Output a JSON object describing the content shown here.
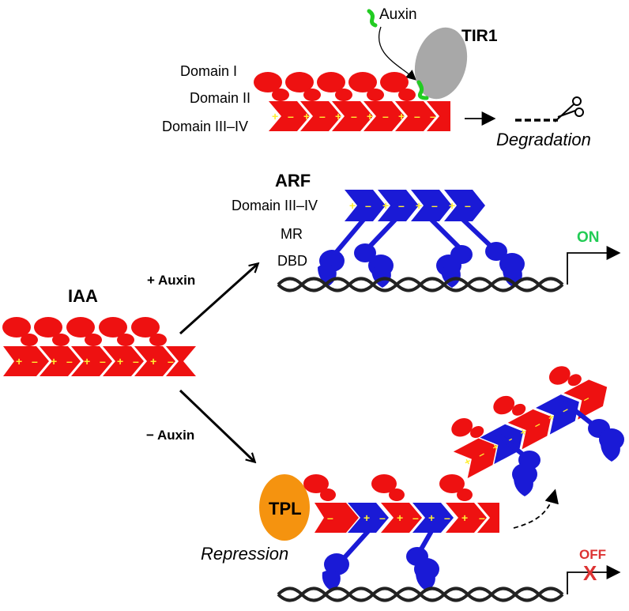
{
  "top": {
    "auxin_label": "Auxin",
    "tir1_label": "TIR1",
    "domain_i_label": "Domain I",
    "domain_ii_label": "Domain II",
    "domain_iii_iv_label": "Domain III–IV",
    "degradation_label": "Degradation"
  },
  "arf": {
    "title": "ARF",
    "domain_iii_iv_label": "Domain III–IV",
    "mr_label": "MR",
    "dbd_label": "DBD",
    "on_label": "ON"
  },
  "iaa": {
    "title": "IAA",
    "plus_auxin_label": "+ Auxin",
    "minus_auxin_label": "− Auxin"
  },
  "repression": {
    "tpl_label": "TPL",
    "repression_label": "Repression",
    "off_label": "OFF",
    "off_mark": "X"
  },
  "charge_plus": "+",
  "charge_minus": "–",
  "colors": {
    "iaa_red": "#ee1111",
    "arf_blue": "#1a1ad6",
    "tir1_gray": "#a8a8a8",
    "auxin_green": "#22cc22",
    "tpl_orange": "#f5930f",
    "on_green": "#22cc55",
    "off_red": "#dd3333",
    "charge_yellow": "#ffee33"
  }
}
